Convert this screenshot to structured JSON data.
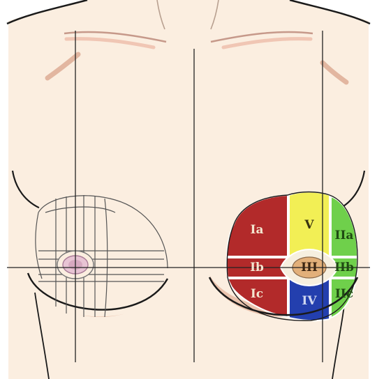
{
  "diagram": {
    "zones": [
      {
        "id": "Ia",
        "label": "Ia",
        "color": "#b22a2a",
        "text_color": "#f3e6d0"
      },
      {
        "id": "Ib",
        "label": "Ib",
        "color": "#b22a2a",
        "text_color": "#f3e6d0"
      },
      {
        "id": "Ic",
        "label": "Ic",
        "color": "#b22a2a",
        "text_color": "#f3e6d0"
      },
      {
        "id": "V",
        "label": "V",
        "color": "#f2ef55",
        "text_color": "#3a3410"
      },
      {
        "id": "III",
        "label": "III",
        "color": "#e2b07a",
        "text_color": "#3a2410"
      },
      {
        "id": "IV",
        "label": "IV",
        "color": "#233fae",
        "text_color": "#cfd7f0"
      },
      {
        "id": "IIa",
        "label": "IIa",
        "color": "#6fd04b",
        "text_color": "#1f4a12"
      },
      {
        "id": "IIb",
        "label": "IIb",
        "color": "#6fd04b",
        "text_color": "#1f4a12"
      },
      {
        "id": "IIc",
        "label": "IIc",
        "color": "#6fd04b",
        "text_color": "#1f4a12"
      }
    ],
    "colors": {
      "skin": "#fbeee0",
      "skin_shadow": "#e6b8a0",
      "outline": "#1a1a1a",
      "areola": "#e8c4d4",
      "areola_outline": "#a87a96"
    }
  }
}
